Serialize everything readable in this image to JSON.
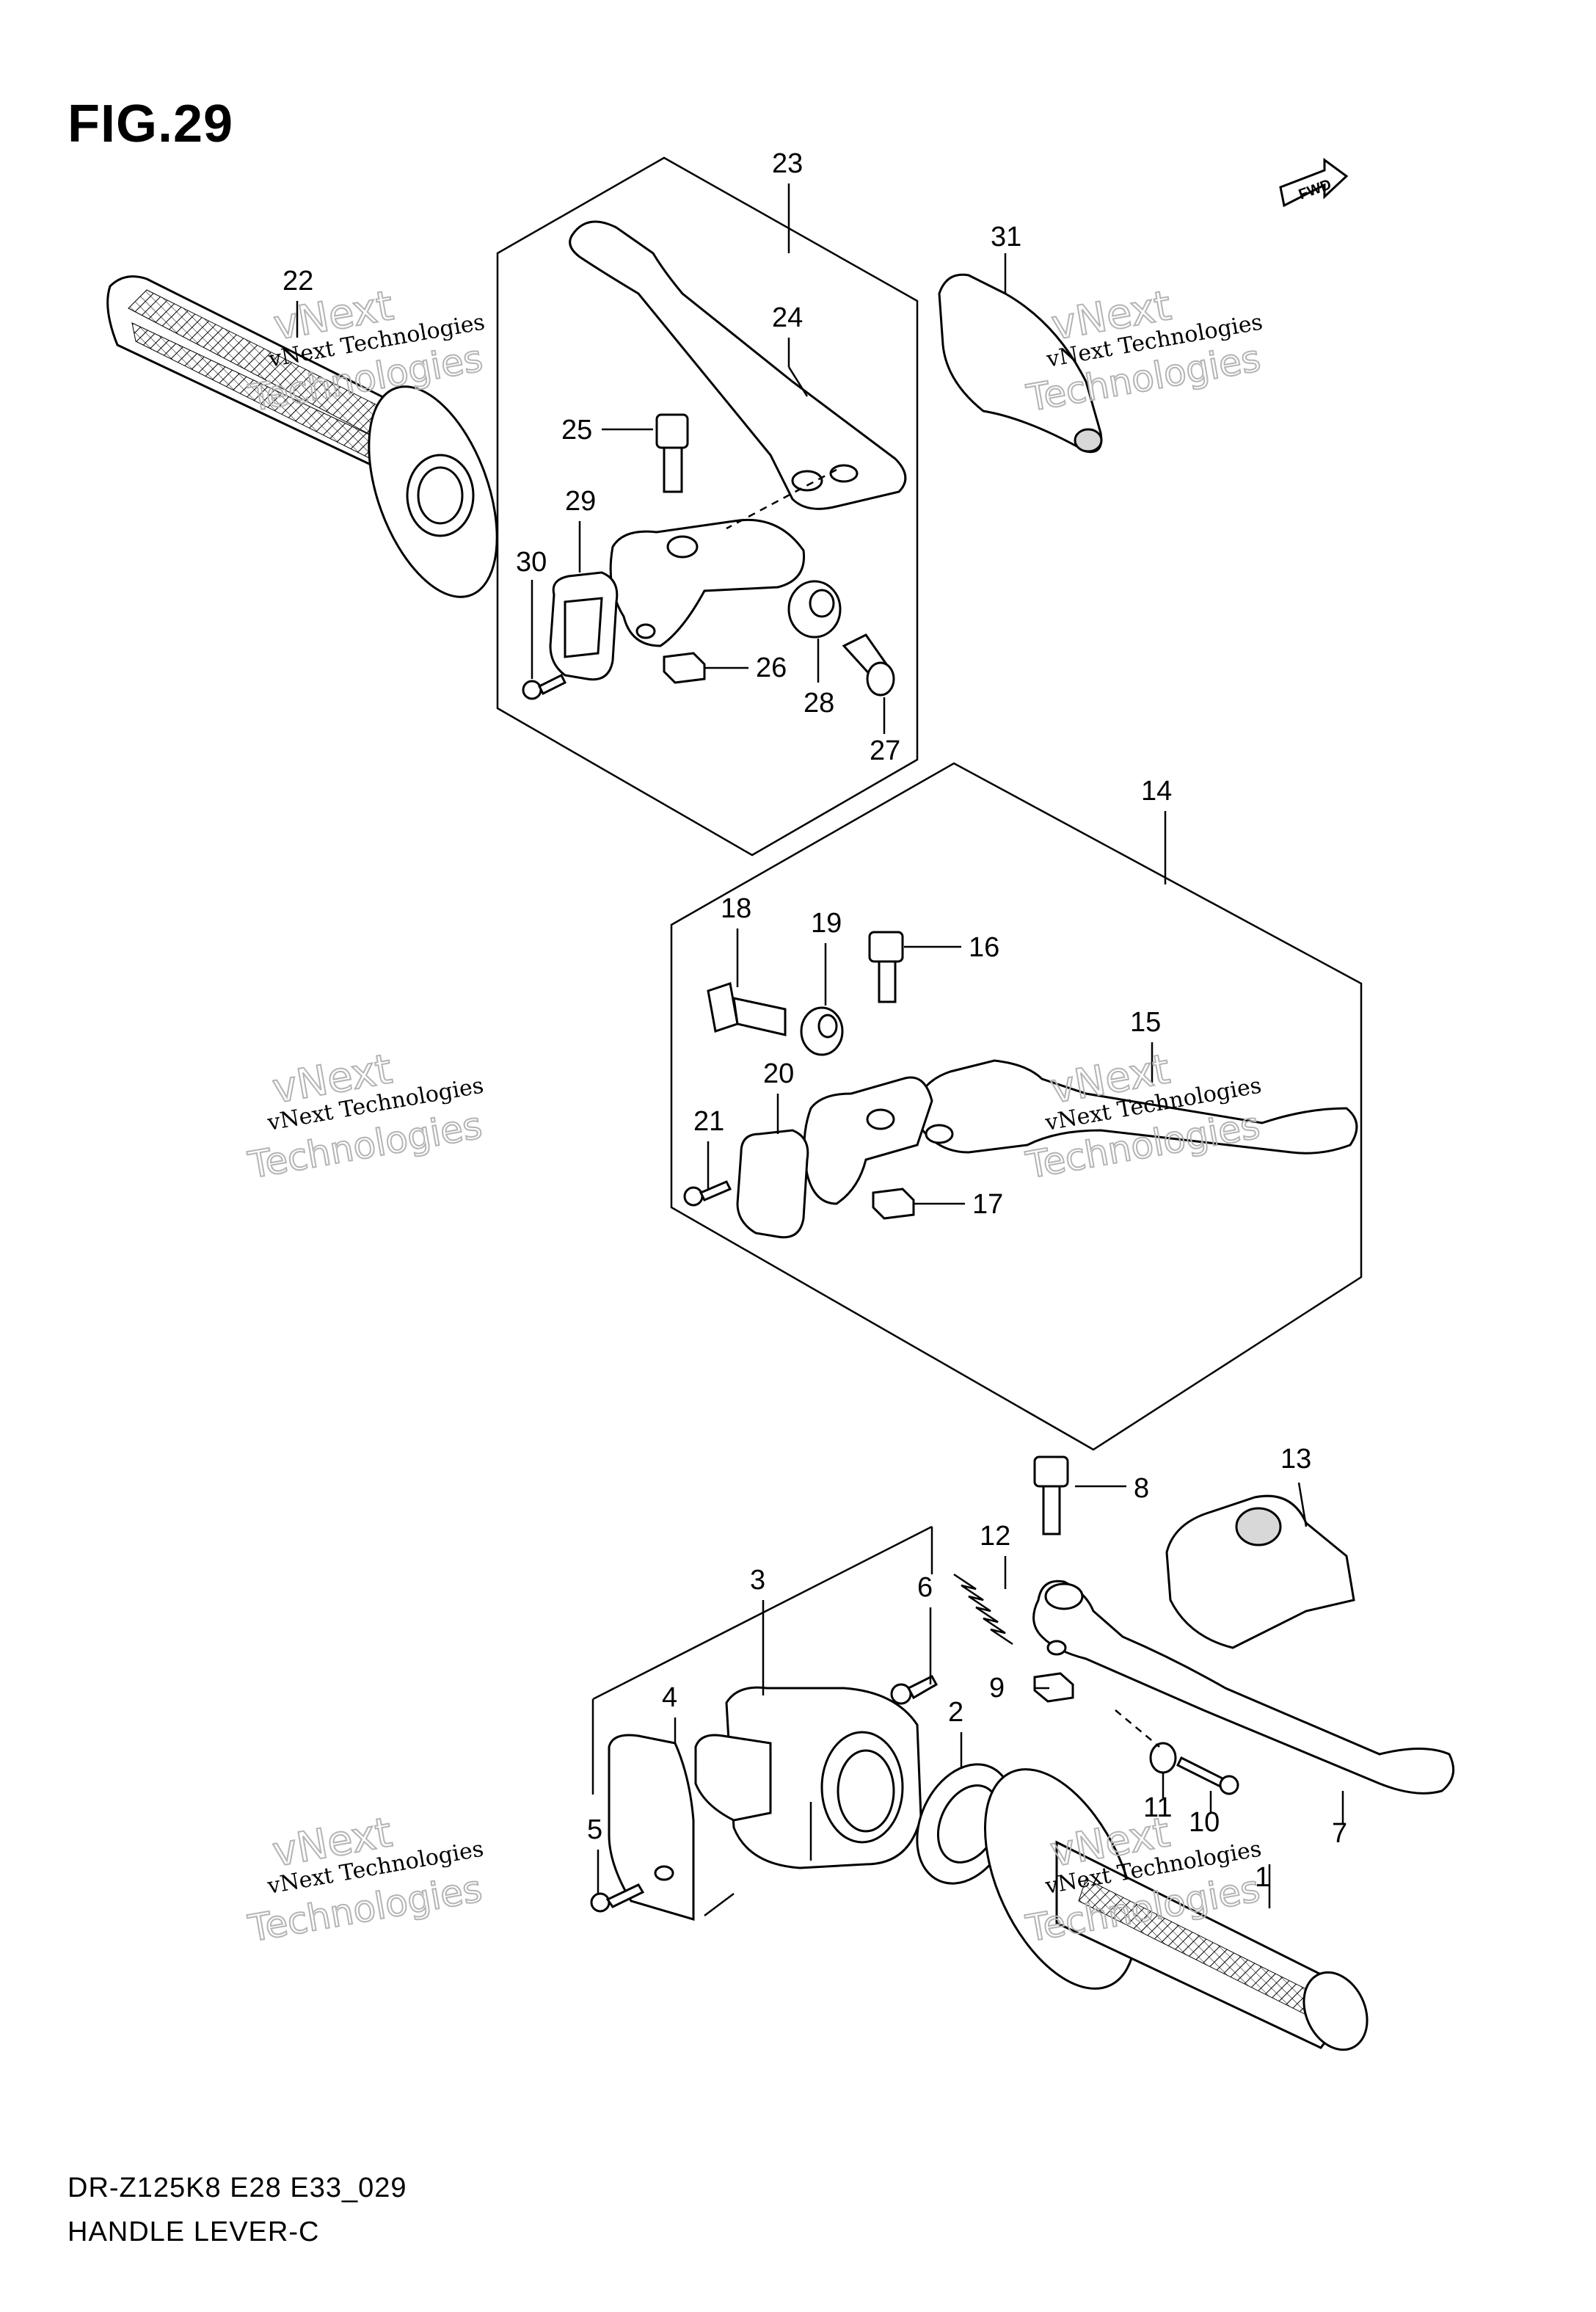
{
  "figure": {
    "title": "FIG.29",
    "model_code": "DR-Z125K8 E28 E33_029",
    "caption": "HANDLE LEVER-C",
    "forward_badge": "FWD"
  },
  "watermark": {
    "line1": "vNext",
    "line2": "vNext Technologies",
    "line3": "Technologies"
  },
  "callouts": [
    {
      "id": "1",
      "label": "1"
    },
    {
      "id": "2",
      "label": "2"
    },
    {
      "id": "3",
      "label": "3"
    },
    {
      "id": "4",
      "label": "4"
    },
    {
      "id": "5",
      "label": "5"
    },
    {
      "id": "6",
      "label": "6"
    },
    {
      "id": "7",
      "label": "7"
    },
    {
      "id": "8",
      "label": "8"
    },
    {
      "id": "9",
      "label": "9"
    },
    {
      "id": "10",
      "label": "10"
    },
    {
      "id": "11",
      "label": "11"
    },
    {
      "id": "12",
      "label": "12"
    },
    {
      "id": "13",
      "label": "13"
    },
    {
      "id": "14",
      "label": "14"
    },
    {
      "id": "15",
      "label": "15"
    },
    {
      "id": "16",
      "label": "16"
    },
    {
      "id": "17",
      "label": "17"
    },
    {
      "id": "18",
      "label": "18"
    },
    {
      "id": "19",
      "label": "19"
    },
    {
      "id": "20",
      "label": "20"
    },
    {
      "id": "21",
      "label": "21"
    },
    {
      "id": "22",
      "label": "22"
    },
    {
      "id": "23",
      "label": "23"
    },
    {
      "id": "24",
      "label": "24"
    },
    {
      "id": "25",
      "label": "25"
    },
    {
      "id": "26",
      "label": "26"
    },
    {
      "id": "27",
      "label": "27"
    },
    {
      "id": "28",
      "label": "28"
    },
    {
      "id": "29",
      "label": "29"
    },
    {
      "id": "30",
      "label": "30"
    },
    {
      "id": "31",
      "label": "31"
    }
  ]
}
